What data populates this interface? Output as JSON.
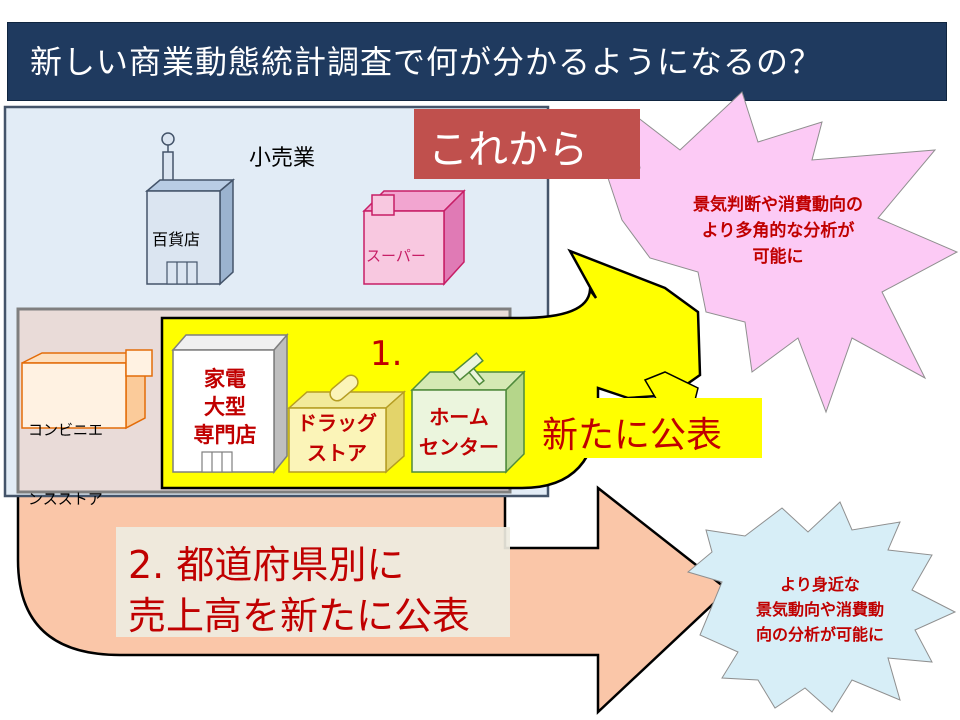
{
  "title": "新しい商業動態統計調査で何が分かるようになるの？",
  "badge_label": "これから",
  "retail_label": "小売業",
  "stores": {
    "department_store": "百貨店",
    "supermarket": "スーパー",
    "convenience_store": [
      "コンビニエ",
      "ンスストア"
    ],
    "electronics": [
      "家電",
      "大型",
      "専門店"
    ],
    "drugstore": [
      "ドラッグ",
      "ストア"
    ],
    "home_center": [
      "ホーム",
      "センター"
    ]
  },
  "arrow1_number": "1.",
  "arrow1_label": "新たに公表",
  "arrow2_lines": [
    "2. 都道府県別に",
    "売上高を新たに公表"
  ],
  "burst_top_lines": [
    "景気判断や消費動向の",
    "より多角的な分析が",
    "可能に"
  ],
  "burst_bottom_lines": [
    "より身近な",
    "景気動向や消費動",
    "向の分析が可能に"
  ],
  "colors": {
    "title_bg": "#1f3a5f",
    "badge_bg": "#c0504d",
    "highlight_yellow": "#ffff00",
    "accent_red": "#c00000",
    "salmon_arrow": "#fac6a8",
    "pink_burst": "#fccaf5",
    "blue_burst": "#d7eef7"
  }
}
